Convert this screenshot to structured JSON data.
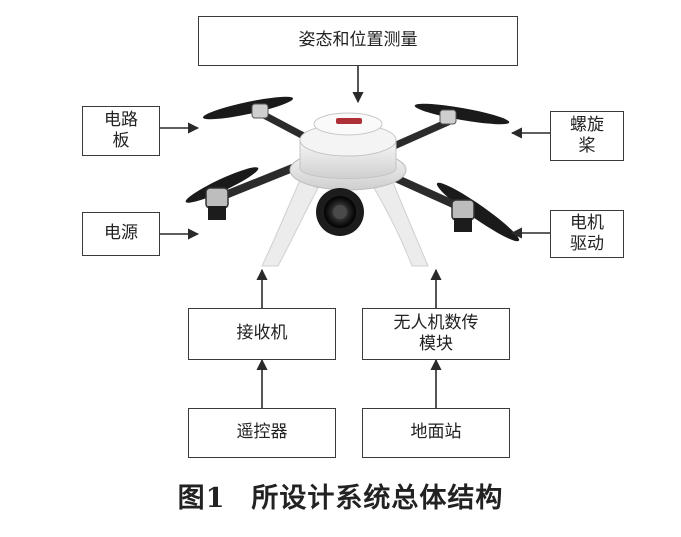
{
  "labels": {
    "attitude": "姿态和位置测量",
    "circuit_board_1": "电路",
    "circuit_board_2": "板",
    "propeller_1": "螺旋",
    "propeller_2": "桨",
    "power": "电源",
    "motor_drive_1": "电机",
    "motor_drive_2": "驱动",
    "receiver": "接收机",
    "datalink_1": "无人机数传",
    "datalink_2": "模块",
    "remote": "遥控器",
    "ground_station": "地面站"
  },
  "caption": {
    "figure_no": "图1",
    "title": "所设计系统总体结构"
  },
  "colors": {
    "line": "#2a2a2a",
    "drone_body": "#e9e9e9",
    "arm": "#2b2b2b",
    "propeller": "#1a1a1a"
  }
}
